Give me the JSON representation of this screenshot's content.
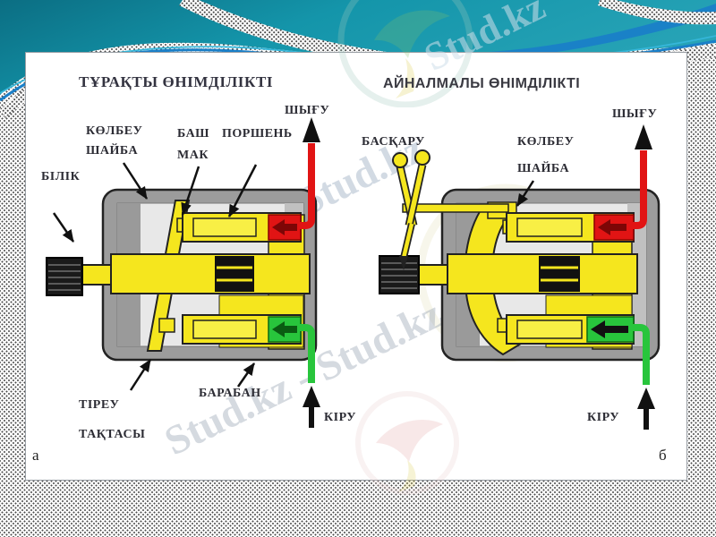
{
  "watermark": {
    "text_full": "Stud.kz - Stud.kz",
    "text_short": "Stud.kz"
  },
  "colors": {
    "header_teal_dark": "#0b6e83",
    "header_teal_light": "#27a3b6",
    "wave_blue": "#1a7fc8",
    "wave_cyan": "#35b6d9",
    "component_yellow": "#f5e61e",
    "outlet_red": "#e11414",
    "inlet_green": "#28c53c",
    "case_gray": "#9c9c9c",
    "cavity_gray": "#e8e8e8"
  },
  "diagram_left": {
    "title": "ТҰРАҚТЫ ӨНІМДІЛІКТІ",
    "figure_letter": "а",
    "labels": {
      "outlet": "ШЫҒУ",
      "inlet": "КІРУ",
      "swash_line1": "КӨЛБЕУ",
      "swash_line2": "ШАЙБА",
      "shoe_line1": "БАШ",
      "shoe_line2": "МАК",
      "piston": "ПОРШЕНЬ",
      "shaft": "БІЛІК",
      "support_line1": "ТІРЕУ",
      "support_line2": "ТАҚТАСЫ",
      "drum": "БАРАБАН"
    }
  },
  "diagram_right": {
    "title": "АЙНАЛМАЛЫ ӨНІМДІЛІКТІ",
    "figure_letter": "б",
    "labels": {
      "control": "БАСҚАРУ",
      "swash_line1": "КӨЛБЕУ",
      "swash_line2": "ШАЙБА",
      "outlet": "ШЫҒУ",
      "inlet": "КІРУ"
    }
  }
}
